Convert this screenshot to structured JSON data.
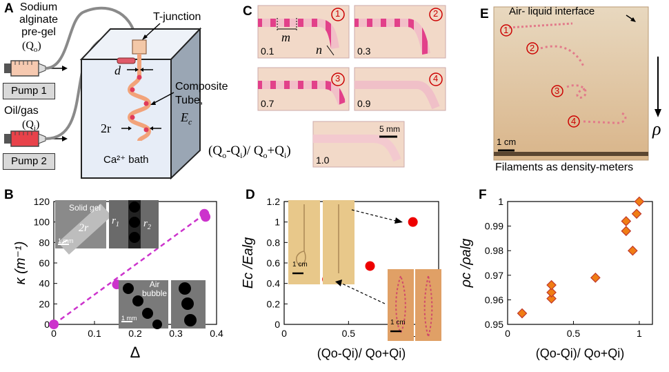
{
  "panels": {
    "A": {
      "label": "A",
      "pregel": [
        "Sodium",
        "alginate",
        "pre-gel"
      ],
      "qo": "(Q",
      "qo_sub": "o",
      "oilgas": "Oil/gas",
      "qi": "(Q",
      "qi_sub": "i",
      "pump1": "Pump 1",
      "pump2": "Pump 2",
      "tjunction": "T-junction",
      "d": "d",
      "composite": [
        "Composite",
        "Tube,"
      ],
      "ec": "E",
      "ec_sub": "c",
      "two_r": "2r",
      "bath": "Ca²⁺ bath"
    },
    "B": {
      "label": "B",
      "solid_gel": "Solid gel",
      "two_r": "2r",
      "r1": "r",
      "r1_sub": "1",
      "r2": "r",
      "r2_sub": "2",
      "scale1": "1 mm",
      "scale2": "1 mm",
      "air_bubble": [
        "Air",
        "bubble"
      ]
    },
    "C": {
      "label": "C",
      "m": "m",
      "n": "n",
      "nums": [
        "1",
        "2",
        "3",
        "4"
      ],
      "ratios": [
        "0.1",
        "0.3",
        "0.7",
        "0.9",
        "1.0"
      ],
      "scale": "5 mm",
      "ratio_expr": "(Q",
      "ratio_o": "o",
      "ratio_mid": "-Q",
      "ratio_i": "i",
      "ratio_div": ")/ Q",
      "ratio_o2": "o",
      "ratio_plus": "+Q",
      "ratio_i2": "i",
      "ratio_end": ")"
    },
    "D": {
      "label": "D",
      "scale1": "1 cm",
      "scale2": "1 cm"
    },
    "E": {
      "label": "E",
      "interface": "Air- liquid interface",
      "nums": [
        "1",
        "2",
        "3",
        "4"
      ],
      "rho": "ρ",
      "scale": "1 cm",
      "caption": "Filaments as density-meters"
    },
    "F": {
      "label": "F"
    }
  },
  "chart_data": [
    {
      "id": "B",
      "type": "scatter",
      "x": [
        0,
        0.155,
        0.37,
        0.373
      ],
      "y": [
        0,
        39,
        108,
        105
      ],
      "fit_line": {
        "x": [
          0,
          0.375
        ],
        "y": [
          0,
          109
        ]
      },
      "xlim": [
        0,
        0.4
      ],
      "ylim": [
        0,
        120
      ],
      "xticks": [
        "0",
        "0.1",
        "0.2",
        "0.3",
        "0.4"
      ],
      "yticks": [
        "0",
        "20",
        "40",
        "60",
        "80",
        "100",
        "120"
      ],
      "xlabel": "Δ",
      "ylabel": "κ (m⁻¹)",
      "point_color": "#cc33cc",
      "line_color": "#cc33cc"
    },
    {
      "id": "D",
      "type": "scatter",
      "x": [
        0.333,
        0.667,
        1.0
      ],
      "y": [
        0.44,
        0.57,
        1.0
      ],
      "xlim": [
        0,
        1.2
      ],
      "ylim": [
        0,
        1.2
      ],
      "xticks": [
        "0",
        "0.5",
        "1"
      ],
      "yticks": [
        "0",
        "0.2",
        "0.4",
        "0.6",
        "0.8",
        "1",
        "1.2"
      ],
      "xlabel": "(Qo-Qi)/ Qo+Qi)",
      "ylabel": "Ec /Ealg",
      "point_color": "#ee0000"
    },
    {
      "id": "F",
      "type": "scatter",
      "x": [
        0.11,
        0.333,
        0.333,
        0.333,
        0.667,
        0.9,
        0.9,
        0.95,
        0.98,
        1.0
      ],
      "y": [
        0.9545,
        0.9605,
        0.963,
        0.966,
        0.969,
        0.988,
        0.992,
        0.98,
        0.995,
        1.0
      ],
      "xlim": [
        0,
        1.1
      ],
      "ylim": [
        0.95,
        1.0
      ],
      "xticks": [
        "0",
        "0.5",
        "1"
      ],
      "yticks": [
        "0.95",
        "0.96",
        "0.97",
        "0.98",
        "0.99",
        "1"
      ],
      "xlabel": "(Qo-Qi)/ Qo+Qi)",
      "ylabel": "ρc /ρalg",
      "point_color": "#f07d14"
    }
  ]
}
